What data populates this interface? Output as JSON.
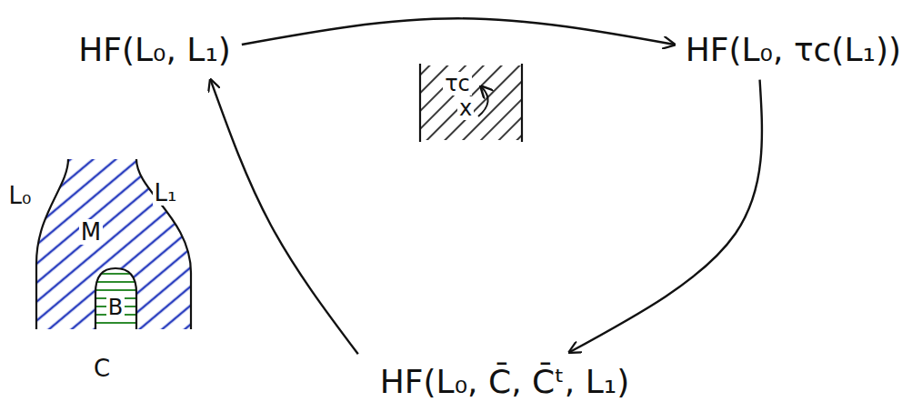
{
  "diagram": {
    "nodes": [
      {
        "text": [
          "HF(L₀, L₁)"
        ]
      },
      {
        "text": [
          "HF(L₀, τc(L₁))"
        ]
      },
      {
        "text": [
          "HF(L₀, C̄, C̄ᵗ, L₁)"
        ]
      }
    ],
    "edges": [
      {
        "from": 0,
        "to": 1,
        "arrow": "to"
      },
      {
        "from": 1,
        "to": 2,
        "arrow": "to"
      },
      {
        "from": 2,
        "to": 0,
        "arrow": "to"
      }
    ],
    "labels": [
      "τc",
      "x",
      "L₀",
      "M",
      "L₁",
      "B",
      "C"
    ]
  }
}
